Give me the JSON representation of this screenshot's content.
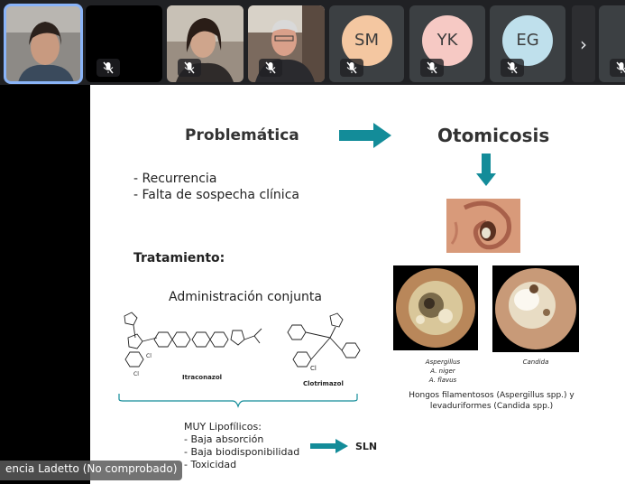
{
  "participants": [
    {
      "name": "",
      "initials": "",
      "active": true,
      "muted": false
    },
    {
      "name": "",
      "initials": "",
      "active": false,
      "muted": true
    },
    {
      "name": "",
      "initials": "",
      "active": false,
      "muted": true
    },
    {
      "name": "",
      "initials": "",
      "active": false,
      "muted": true
    },
    {
      "name": "",
      "initials": "SM",
      "color": "#f4c7a1",
      "active": false,
      "muted": true
    },
    {
      "name": "",
      "initials": "YK",
      "color": "#f6c9c4",
      "active": false,
      "muted": true
    },
    {
      "name": "",
      "initials": "EG",
      "color": "#bfe0ec",
      "active": false,
      "muted": true
    }
  ],
  "more_label": "›",
  "speaker_name": "encia Ladetto (No comprobado)",
  "slide": {
    "title_left": "Problemática",
    "title_right": "Otomicosis",
    "bullets": [
      "-   Recurrencia",
      "-   Falta de sospecha clínica"
    ],
    "tratamiento": "Tratamiento:",
    "administracion": "Administración conjunta",
    "mol1_label": "Itraconazol",
    "mol2_label": "Clotrimazol",
    "lipo_text": "MUY Lipofílicos:\n- Baja absorción\n- Baja biodisponibilidad\n- Toxicidad",
    "sln": "SLN",
    "aspergillus_caption": [
      "Aspergillus",
      "A.  niger",
      "A.  flavus"
    ],
    "candida_caption": "Candida",
    "hongos_caption": "Hongos filamentosos (Aspergillus spp.) y levaduriformes (Candida spp.)",
    "arrow_color": "#138c99"
  }
}
